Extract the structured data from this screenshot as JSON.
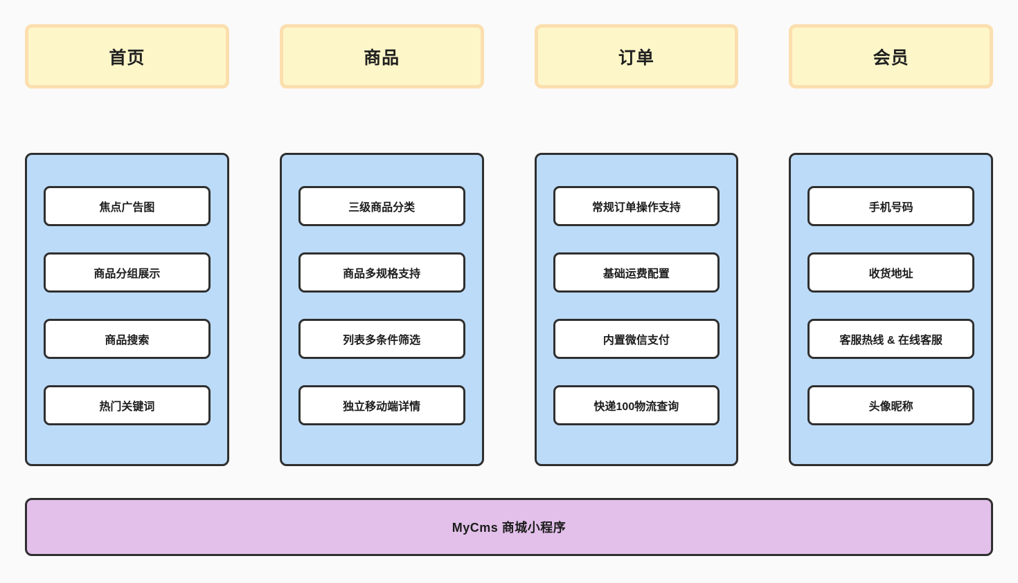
{
  "page": {
    "background_color": "#fafafa",
    "title": "MyCms 商城小程序"
  },
  "palette": {
    "header_fill": "#fdf6c8",
    "header_border": "#fbdfaf",
    "column_fill": "#bcdbf8",
    "column_border": "#2f2f2f",
    "feature_fill": "#ffffff",
    "feature_border": "#2f2f2f",
    "footer_fill": "#e2c0ea",
    "footer_border": "#2f2f2f",
    "text_color": "#1c1c1c"
  },
  "columns": [
    {
      "header": "首页",
      "features": [
        "焦点广告图",
        "商品分组展示",
        "商品搜索",
        "热门关键词"
      ]
    },
    {
      "header": "商品",
      "features": [
        "三级商品分类",
        "商品多规格支持",
        "列表多条件筛选",
        "独立移动端详情"
      ]
    },
    {
      "header": "订单",
      "features": [
        "常规订单操作支持",
        "基础运费配置",
        "内置微信支付",
        "快递100物流查询"
      ]
    },
    {
      "header": "会员",
      "features": [
        "手机号码",
        "收货地址",
        "客服热线 & 在线客服",
        "头像昵称"
      ]
    }
  ],
  "footer": {
    "label": "MyCms 商城小程序"
  }
}
